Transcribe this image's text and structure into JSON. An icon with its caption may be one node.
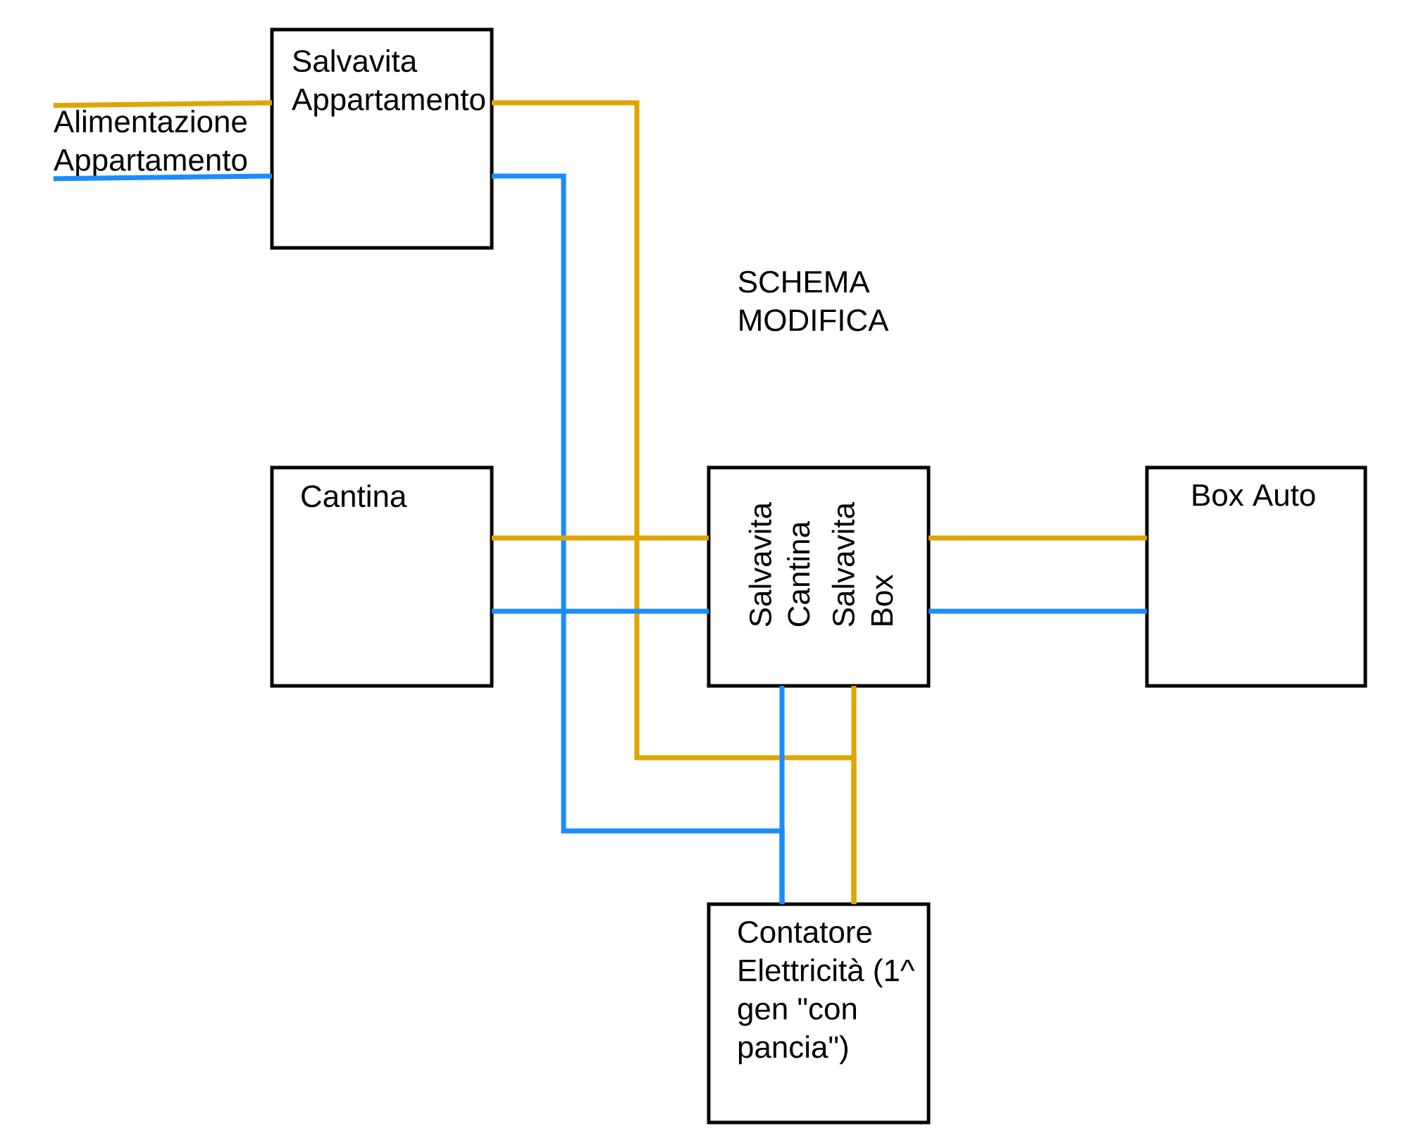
{
  "diagram": {
    "nodes": [
      {
        "text": [
          "Salvavita Appartamento"
        ]
      },
      {
        "text": [
          "Cantina"
        ]
      },
      {
        "text": [
          "Salvavita Cantina",
          "Salvavita Box"
        ]
      },
      {
        "text": [
          "Box Auto"
        ]
      },
      {
        "text": [
          "Contatore Elettricità (1^ gen \"con pancia\")"
        ]
      },
      {
        "text": [
          "Alimentazione Appartamento"
        ]
      }
    ],
    "edges": [
      {
        "from": 5,
        "to": 0,
        "arrow": "none",
        "color": "#e0a400"
      },
      {
        "from": 5,
        "to": 0,
        "arrow": "none",
        "color": "#1a8cff"
      },
      {
        "from": 0,
        "to": 4,
        "arrow": "none",
        "color": "#e0a400"
      },
      {
        "from": 0,
        "to": 4,
        "arrow": "none",
        "color": "#1a8cff"
      },
      {
        "from": 1,
        "to": 2,
        "arrow": "none",
        "color": "#e0a400"
      },
      {
        "from": 1,
        "to": 2,
        "arrow": "none",
        "color": "#1a8cff"
      },
      {
        "from": 2,
        "to": 3,
        "arrow": "none",
        "color": "#e0a400"
      },
      {
        "from": 2,
        "to": 3,
        "arrow": "none",
        "color": "#1a8cff"
      },
      {
        "from": 2,
        "to": 4,
        "arrow": "none",
        "color": "#1a8cff"
      },
      {
        "from": 2,
        "to": 4,
        "arrow": "none",
        "color": "#e0a400"
      }
    ],
    "labels": [
      "SCHEMA MODIFICA"
    ]
  }
}
